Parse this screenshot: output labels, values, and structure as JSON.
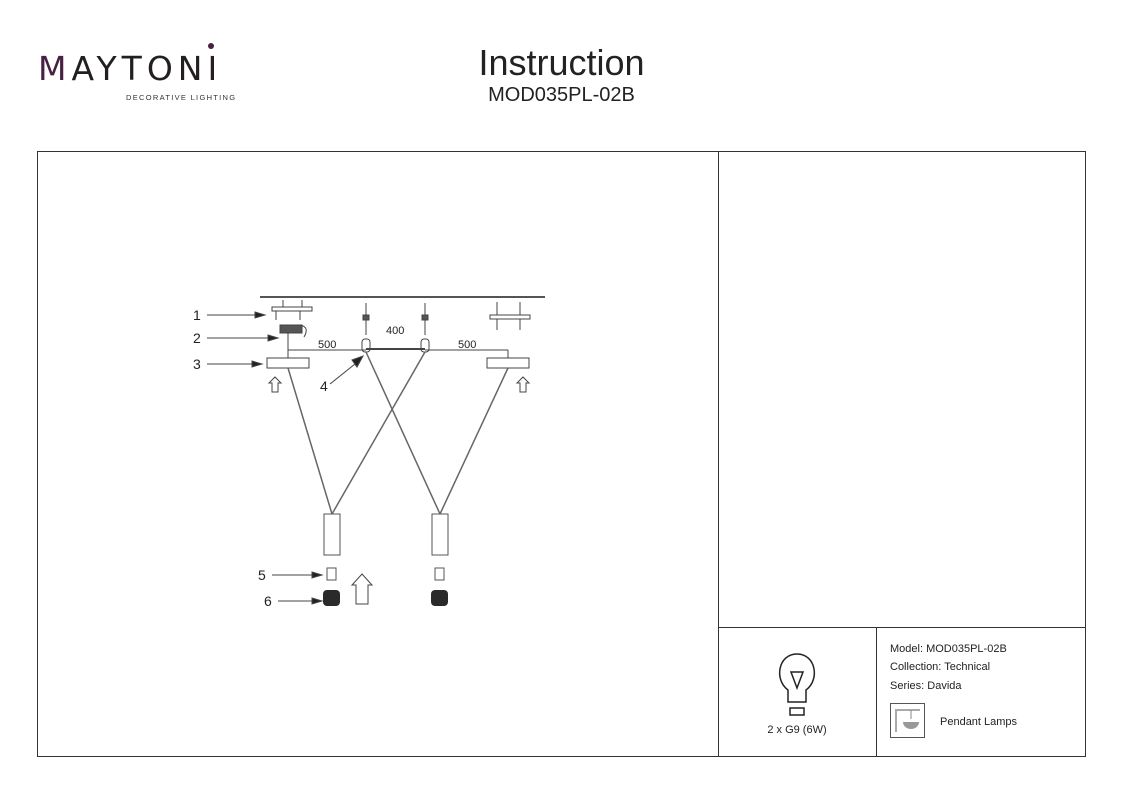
{
  "brand": {
    "name": "MAYTONI",
    "tagline": "DECORATIVE LIGHTING",
    "accent_color": "#4a1f44"
  },
  "header": {
    "title": "Instruction",
    "model_code": "MOD035PL-02B"
  },
  "diagram": {
    "callouts": [
      "1",
      "2",
      "3",
      "4",
      "5",
      "6"
    ],
    "dimensions": {
      "left": "500",
      "middle": "400",
      "right": "500"
    }
  },
  "info": {
    "bulb": "2 x G9 (6W)",
    "model": "Model: MOD035PL-02B",
    "collection": "Collection: Technical",
    "series": "Series: Davida",
    "type": "Pendant Lamps"
  }
}
